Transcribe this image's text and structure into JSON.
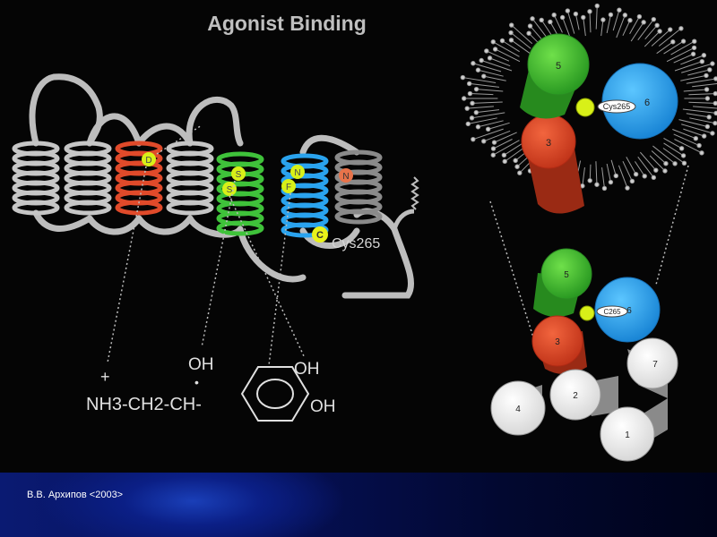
{
  "title": "Agonist Binding",
  "residues": {
    "d": "D",
    "s1": "S",
    "s2": "S",
    "n1": "N",
    "f": "F",
    "n2": "N",
    "c": "C"
  },
  "cys_label": "Cys265",
  "cys_label_top": "Cys265",
  "cys_label_bottom": "C265",
  "chem": {
    "plus": "+",
    "oh_side": "OH",
    "dot": "•",
    "chain": "NH3-CH2-CH-",
    "oh_ring_top": "OH",
    "oh_ring_bottom": "OH"
  },
  "helix_numbers_top": {
    "h5": "5",
    "h6": "6",
    "h3": "3"
  },
  "helix_numbers_bottom": {
    "h5": "5",
    "h6": "6",
    "h3": "3",
    "h7": "7",
    "h4": "4",
    "h2": "2",
    "h1": "1"
  },
  "footer": "В.В. Архипов <2003>",
  "colors": {
    "green": "#3fc23a",
    "blue": "#2aa3ee",
    "red": "#e04a2a",
    "yellow": "#d8f018",
    "gray": "#bdbdbd"
  }
}
